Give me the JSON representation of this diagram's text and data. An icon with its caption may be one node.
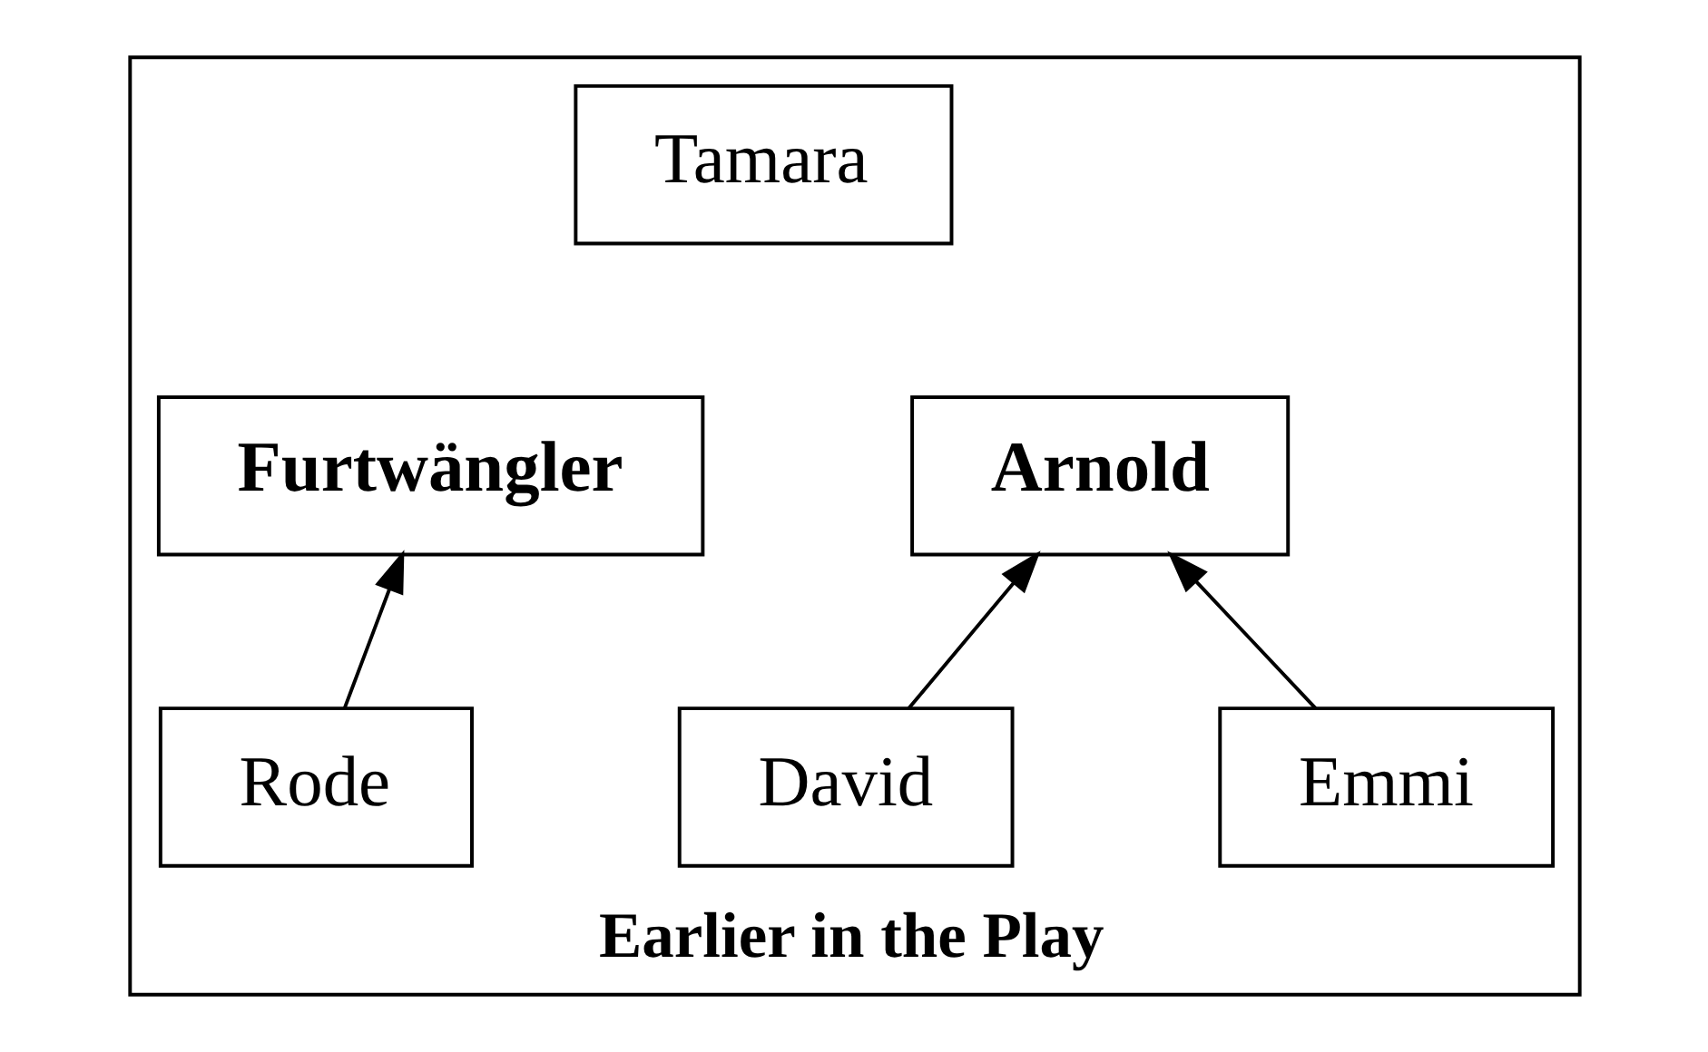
{
  "diagram": {
    "nodes": [
      {
        "text": [
          "Earlier in the Play"
        ]
      },
      {
        "text": [
          "Tamara"
        ],
        "in": 0
      },
      {
        "text": [
          "Arnold"
        ],
        "in": 0
      },
      {
        "text": [
          "Furtwängler"
        ],
        "in": 0
      },
      {
        "text": [
          "Emmi"
        ],
        "in": 0
      },
      {
        "text": [
          "David"
        ],
        "in": 0
      },
      {
        "text": [
          "Rode"
        ],
        "in": 0
      }
    ],
    "edges": [
      {
        "from": 4,
        "to": 2,
        "arrow": "to"
      },
      {
        "from": 5,
        "to": 2,
        "arrow": "to"
      },
      {
        "from": 6,
        "to": 3,
        "arrow": "to"
      }
    ]
  }
}
